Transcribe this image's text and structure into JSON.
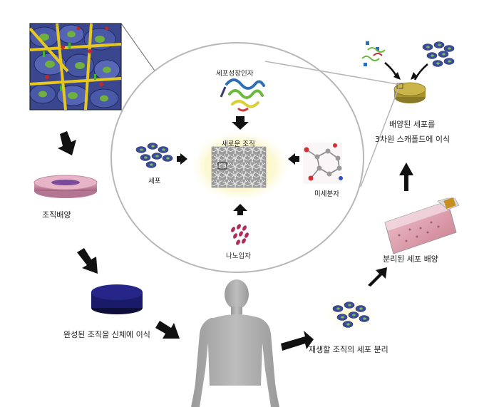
{
  "labels": {
    "growth_factor": "세포성장인자",
    "new_tissue": "새로운 조직",
    "cells": "세포",
    "micro_molecules": "미세분자",
    "nanoparticles": "나노입자",
    "tissue_culture": "조직배양",
    "transplant_tissue": "완성된 조직을 신체에 이식",
    "separate_cells": "재생할 조직의 세포 분리",
    "culture_separated": "분리된 세포 배양",
    "scaffold_line1": "배양된 세포를",
    "scaffold_line2": "3차원 스캐폴드에 이식"
  },
  "colors": {
    "cell_blue": "#3a4a9a",
    "nucleus_green": "#5aa83a",
    "fiber_yellow": "#e8c820",
    "glow_yellow": "#fbf6c4",
    "arrow": "#111111",
    "flask_pink": "#d98a9a",
    "scaffold_olive": "#b9a23a",
    "body_gray": "#a8a8a8"
  }
}
